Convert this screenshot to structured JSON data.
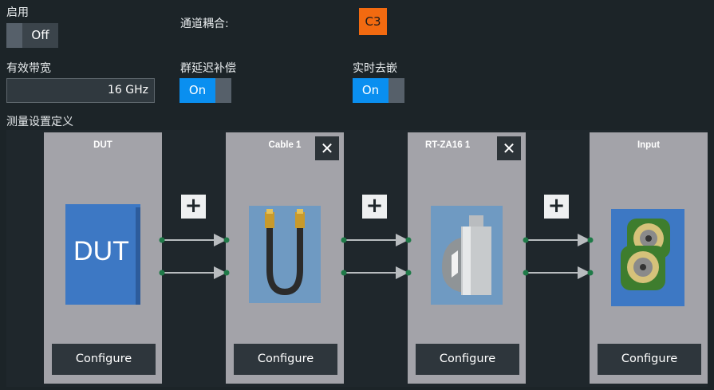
{
  "enable": {
    "label": "启用",
    "toggle_label": "Off",
    "state": "off"
  },
  "channel_coupling": {
    "label": "通道耦合:",
    "badge": "C3",
    "badge_color": "#f26a10"
  },
  "bandwidth": {
    "label": "有效带宽",
    "value": "16 GHz"
  },
  "group_delay": {
    "label": "群延迟补偿",
    "toggle_label": "On",
    "state": "on"
  },
  "realtime_deembed": {
    "label": "实时去嵌",
    "toggle_label": "On",
    "state": "on"
  },
  "setup": {
    "label": "测量设置定义",
    "blocks": [
      {
        "title": "DUT",
        "icon": "dut-icon",
        "icon_text": "DUT",
        "configure": "Configure",
        "removable": false
      },
      {
        "title": "Cable 1",
        "icon": "cable-icon",
        "configure": "Configure",
        "removable": true
      },
      {
        "title": "RT-ZA16 1",
        "icon": "probe-adapter-icon",
        "configure": "Configure",
        "removable": true
      },
      {
        "title": "Input",
        "icon": "input-connector-icon",
        "configure": "Configure",
        "removable": false
      }
    ],
    "add_symbol": "+",
    "remove_symbol": "✕"
  },
  "colors": {
    "accent_on": "#0a8ff0",
    "background": "#1c2428",
    "panel": "#a3a3a9",
    "block_blue": "#3d78c4"
  }
}
